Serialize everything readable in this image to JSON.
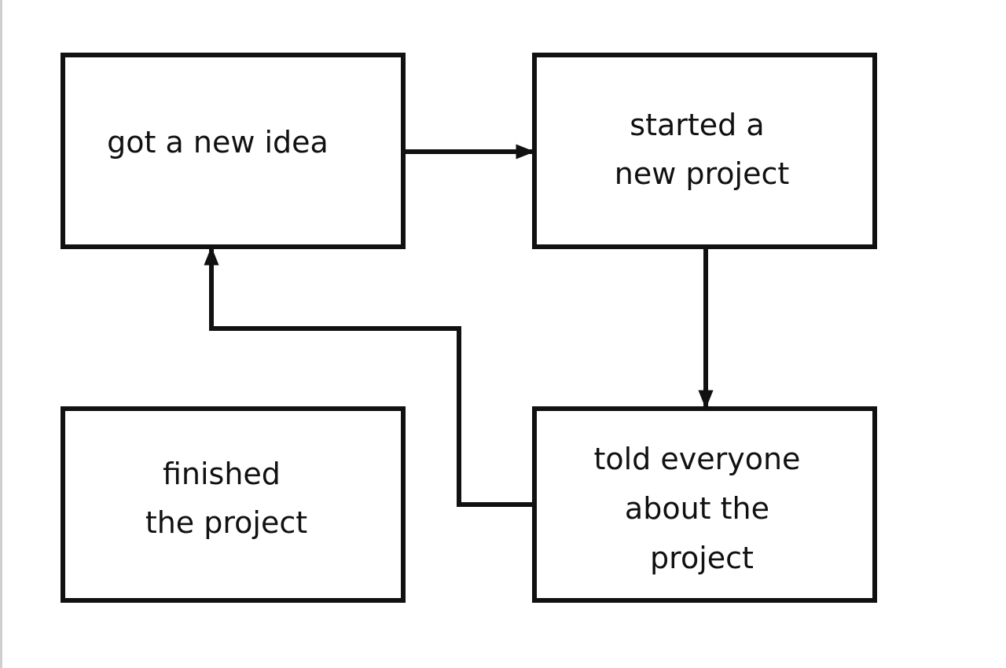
{
  "colors": {
    "background": "#ffffff",
    "stroke": "#111111",
    "text": "#111111"
  },
  "boxes": {
    "idea": {
      "lines": [
        "got a new idea"
      ]
    },
    "started": {
      "lines": [
        "started a",
        "new project"
      ]
    },
    "told": {
      "lines": [
        "told everyone",
        "about the",
        "project"
      ]
    },
    "finished": {
      "lines": [
        "finished",
        "the project"
      ]
    }
  }
}
